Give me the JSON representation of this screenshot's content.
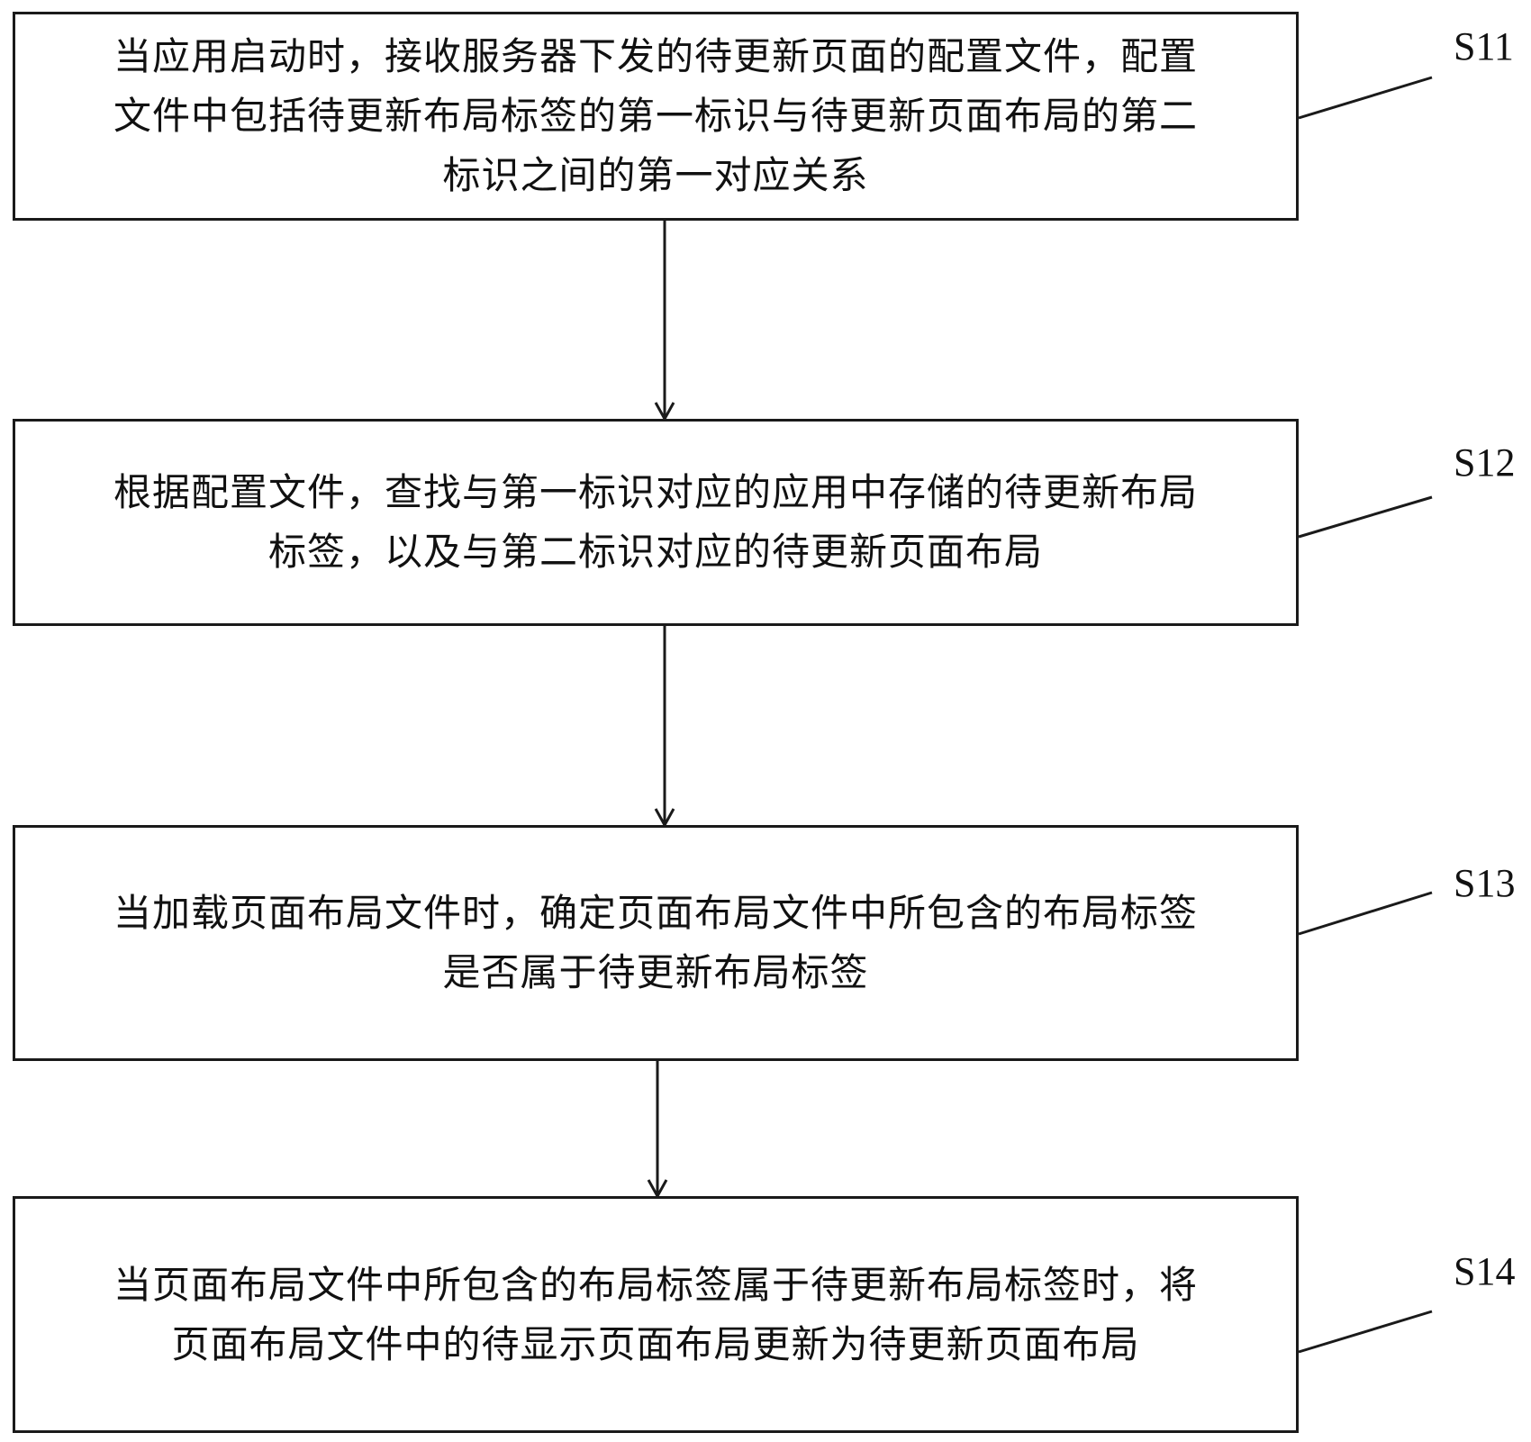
{
  "flowchart": {
    "steps": [
      {
        "id": "S11",
        "label": "S11",
        "lines": [
          "当应用启动时，接收服务器下发的待更新页面的配置文件，配置",
          "文件中包括待更新布局标签的第一标识与待更新页面布局的第二",
          "标识之间的第一对应关系"
        ]
      },
      {
        "id": "S12",
        "label": "S12",
        "lines": [
          "根据配置文件，查找与第一标识对应的应用中存储的待更新布局",
          "标签，以及与第二标识对应的待更新页面布局"
        ]
      },
      {
        "id": "S13",
        "label": "S13",
        "lines": [
          "当加载页面布局文件时，确定页面布局文件中所包含的布局标签",
          "是否属于待更新布局标签"
        ]
      },
      {
        "id": "S14",
        "label": "S14",
        "lines": [
          "当页面布局文件中所包含的布局标签属于待更新布局标签时，将",
          "页面布局文件中的待显示页面布局更新为待更新页面布局"
        ]
      }
    ],
    "colors": {
      "stroke": "#1a1a1a",
      "background": "#ffffff",
      "text": "#111111"
    }
  }
}
